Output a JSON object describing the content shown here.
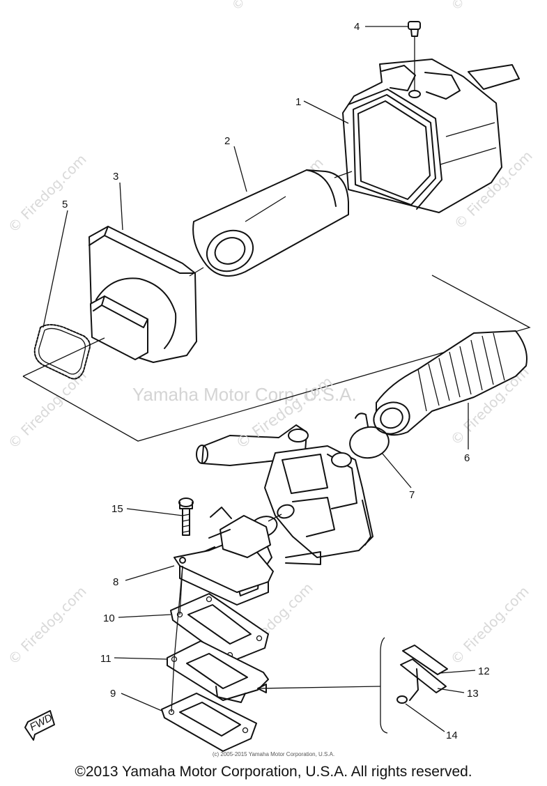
{
  "watermarks": {
    "site": "© Firedog.com",
    "center_brand": "Yamaha Motor Corp, U.S.A.",
    "center_site": "© Firedog.com"
  },
  "callouts": [
    "1",
    "2",
    "3",
    "4",
    "5",
    "6",
    "7",
    "8",
    "9",
    "10",
    "11",
    "12",
    "13",
    "14",
    "15"
  ],
  "fwd_label": "FWD",
  "small_copyright": "(c) 2005-2015 Yamaha Motor Corporation, U.S.A.",
  "copyright": "©2013 Yamaha Motor Corporation, U.S.A. All rights reserved."
}
